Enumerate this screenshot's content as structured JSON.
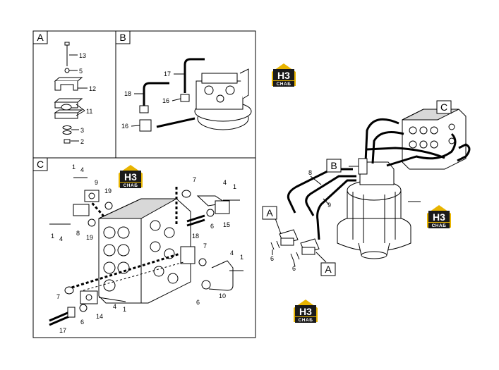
{
  "panels": {
    "a": {
      "tag": "A",
      "callouts": [
        "13",
        "5",
        "12",
        "11",
        "3",
        "2"
      ]
    },
    "b": {
      "tag": "B",
      "callouts": [
        "17",
        "18",
        "16",
        "16"
      ]
    },
    "c": {
      "tag": "C",
      "callouts": [
        "1",
        "4",
        "9",
        "19",
        "7",
        "4",
        "1",
        "8",
        "1",
        "4",
        "19",
        "18",
        "15",
        "7",
        "1",
        "4",
        "6",
        "7",
        "10",
        "6",
        "4",
        "1",
        "14",
        "6",
        "17"
      ]
    }
  },
  "main": {
    "tags": {
      "c": "C",
      "b": "B",
      "a_left": "A",
      "a_right": "A"
    },
    "callouts": {
      "line8": "8",
      "line9": "9",
      "six_a": "6",
      "six_b": "6"
    }
  },
  "logo": {
    "top": "H3",
    "bottom": "CHAБ"
  },
  "colors": {
    "line": "#000000",
    "logo_bg": "#1a1a1a",
    "logo_accent": "#e8b400"
  }
}
